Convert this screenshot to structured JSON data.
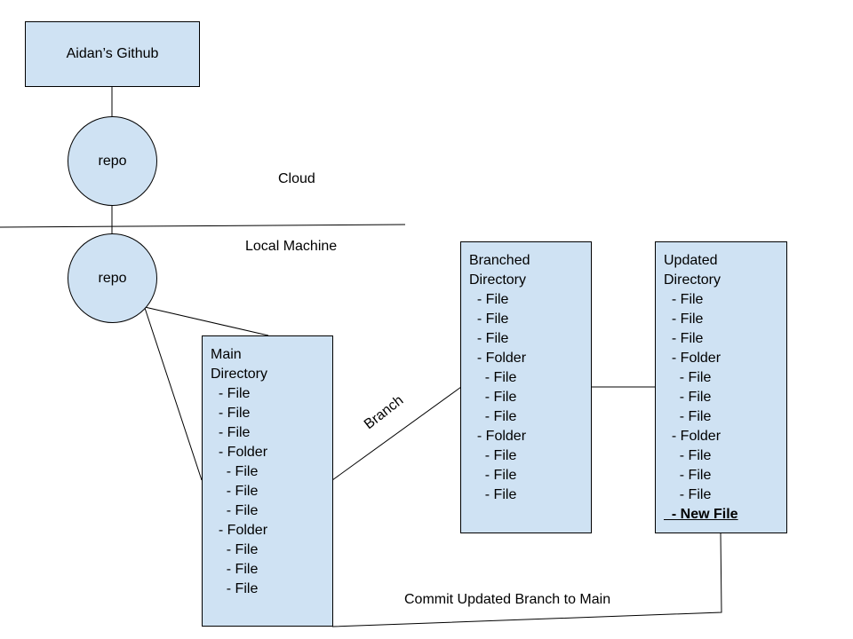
{
  "github": {
    "label": "Aidan’s Github"
  },
  "cloud_repo": {
    "label": "repo"
  },
  "local_repo": {
    "label": "repo"
  },
  "zones": {
    "cloud": "Cloud",
    "local": "Local Machine"
  },
  "edges": {
    "branch": "Branch",
    "commit": "Commit Updated Branch to Main"
  },
  "main_dir": {
    "title_lines": [
      "Main",
      "Directory"
    ],
    "items": [
      "  - File",
      "  - File",
      "  - File",
      "  - Folder",
      "    - File",
      "    - File",
      "    - File",
      "  - Folder",
      "    - File",
      "    - File",
      "    - File"
    ]
  },
  "branched_dir": {
    "title_lines": [
      "Branched",
      "Directory"
    ],
    "items": [
      "  - File",
      "  - File",
      "  - File",
      "  - Folder",
      "    - File",
      "    - File",
      "    - File",
      "  - Folder",
      "    - File",
      "    - File",
      "    - File"
    ]
  },
  "updated_dir": {
    "title_lines": [
      "Updated",
      "Directory"
    ],
    "items": [
      "  - File",
      "  - File",
      "  - File",
      "  - Folder",
      "    - File",
      "    - File",
      "    - File",
      "  - Folder",
      "    - File",
      "    - File",
      "    - File"
    ],
    "new_item": "  - New File"
  }
}
